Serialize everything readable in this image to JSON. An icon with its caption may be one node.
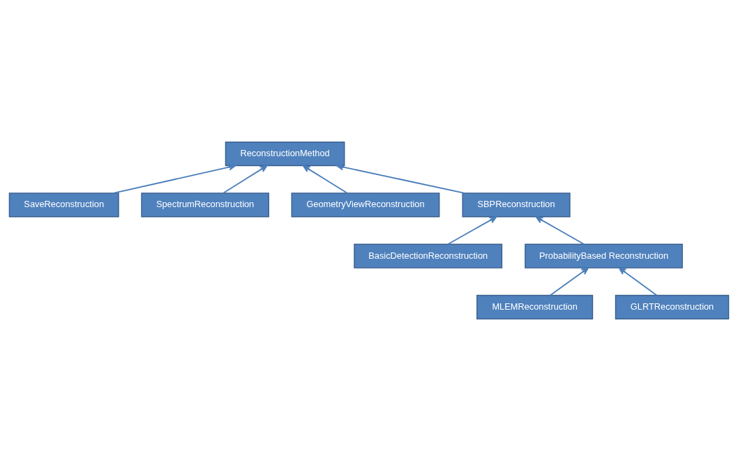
{
  "diagram": {
    "nodes": [
      {
        "text": [
          "ReconstructionMethod"
        ]
      },
      {
        "text": [
          "SaveReconstruction"
        ]
      },
      {
        "text": [
          "SpectrumReconstruction"
        ]
      },
      {
        "text": [
          "GeometryViewReconstruction"
        ]
      },
      {
        "text": [
          "SBPReconstruction"
        ]
      },
      {
        "text": [
          "BasicDetectionReconstruction"
        ]
      },
      {
        "text": [
          "ProbabilityBased Reconstruction"
        ]
      },
      {
        "text": [
          "MLEMReconstruction"
        ]
      },
      {
        "text": [
          "GLRTReconstruction"
        ]
      }
    ],
    "edges": [
      {
        "from": 1,
        "to": 0,
        "arrow": "to"
      },
      {
        "from": 2,
        "to": 0,
        "arrow": "to"
      },
      {
        "from": 3,
        "to": 0,
        "arrow": "to"
      },
      {
        "from": 4,
        "to": 0,
        "arrow": "to"
      },
      {
        "from": 5,
        "to": 4,
        "arrow": "to"
      },
      {
        "from": 6,
        "to": 4,
        "arrow": "to"
      },
      {
        "from": 7,
        "to": 6,
        "arrow": "to"
      },
      {
        "from": 8,
        "to": 6,
        "arrow": "to"
      }
    ]
  }
}
